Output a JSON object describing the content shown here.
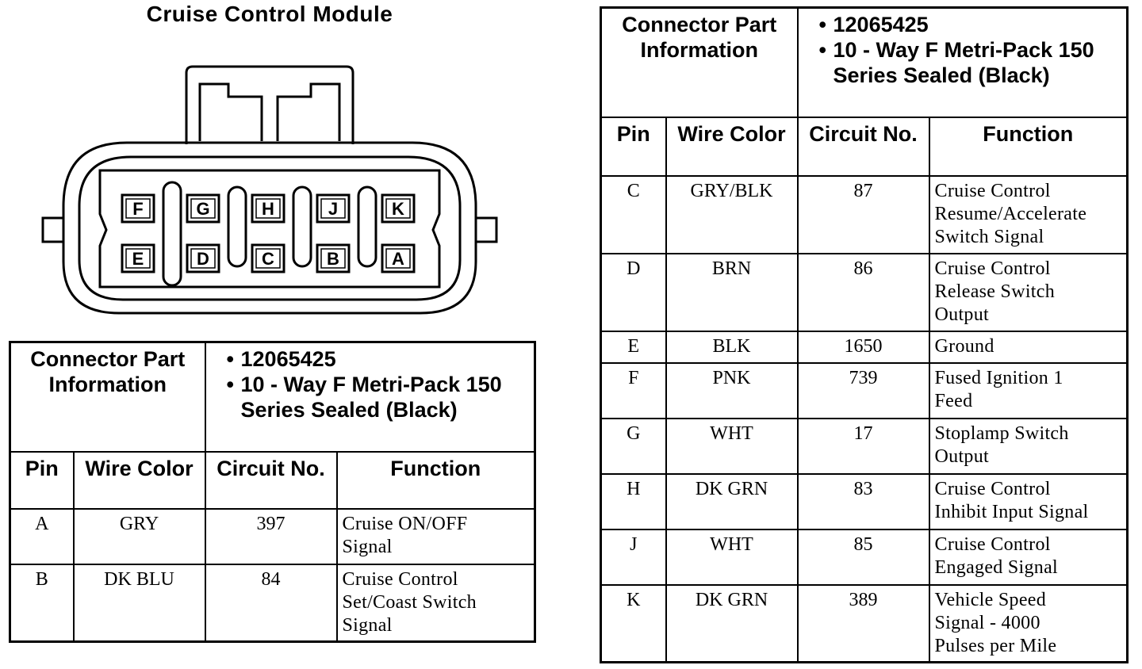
{
  "title": "Cruise Control Module",
  "connector_pins": {
    "top_row": [
      "F",
      "G",
      "H",
      "J",
      "K"
    ],
    "bottom_row": [
      "E",
      "D",
      "C",
      "B",
      "A"
    ]
  },
  "connector_info": {
    "label": "Connector Part Information",
    "items": [
      "12065425",
      "10 - Way F Metri-Pack 150 Series Sealed (Black)"
    ]
  },
  "columns": {
    "pin": "Pin",
    "wire_color": "Wire Color",
    "circuit": "Circuit No.",
    "function": "Function"
  },
  "left_table": {
    "rows": [
      {
        "pin": "A",
        "wire": "GRY",
        "circuit": "397",
        "function": [
          "Cruise ON/OFF",
          "Signal"
        ]
      },
      {
        "pin": "B",
        "wire": "DK BLU",
        "circuit": "84",
        "function": [
          "Cruise Control",
          "Set/Coast Switch",
          "Signal"
        ]
      }
    ]
  },
  "right_table": {
    "rows": [
      {
        "pin": "C",
        "wire": "GRY/BLK",
        "circuit": "87",
        "function": [
          "Cruise Control",
          "Resume/Accelerate",
          "Switch Signal"
        ]
      },
      {
        "pin": "D",
        "wire": "BRN",
        "circuit": "86",
        "function": [
          "Cruise Control",
          "Release Switch",
          "Output"
        ]
      },
      {
        "pin": "E",
        "wire": "BLK",
        "circuit": "1650",
        "function": [
          "Ground"
        ]
      },
      {
        "pin": "F",
        "wire": "PNK",
        "circuit": "739",
        "function": [
          "Fused Ignition 1",
          "Feed"
        ]
      },
      {
        "pin": "G",
        "wire": "WHT",
        "circuit": "17",
        "function": [
          "Stoplamp Switch",
          "Output"
        ]
      },
      {
        "pin": "H",
        "wire": "DK GRN",
        "circuit": "83",
        "function": [
          "Cruise Control",
          "Inhibit Input Signal"
        ]
      },
      {
        "pin": "J",
        "wire": "WHT",
        "circuit": "85",
        "function": [
          "Cruise Control",
          "Engaged Signal"
        ]
      },
      {
        "pin": "K",
        "wire": "DK GRN",
        "circuit": "389",
        "function": [
          "Vehicle Speed",
          "Signal - 4000",
          "Pulses per Mile"
        ]
      }
    ]
  }
}
